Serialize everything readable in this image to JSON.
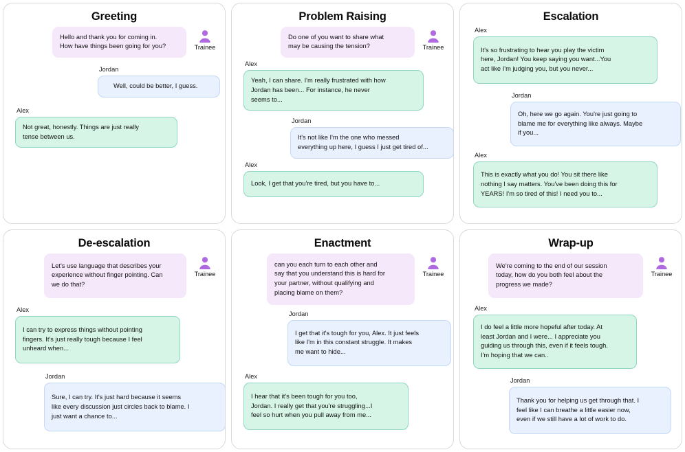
{
  "roles": {
    "trainee": "Trainee",
    "alex": "Alex",
    "jordan": "Jordan"
  },
  "colors": {
    "trainee_bubble": "#f6e8fb",
    "alex_bubble": "#d6f5e7",
    "alex_border": "#8ed6c2",
    "jordan_bubble": "#eaf1fe",
    "jordan_border": "#c3d9f7",
    "avatar": "#b06ae0",
    "card_border": "#d9d9d9",
    "background": "#ffffff"
  },
  "panels": [
    {
      "title": "Greeting",
      "turns": [
        {
          "speaker": "trainee",
          "text": "Hello and thank you for coming in.\nHow have things been going for you?"
        },
        {
          "speaker": "jordan",
          "text": "Well, could be better, I guess."
        },
        {
          "speaker": "alex",
          "text": "Not great, honestly. Things are just really\ntense between us."
        }
      ]
    },
    {
      "title": "Problem Raising",
      "turns": [
        {
          "speaker": "trainee",
          "text": "Do one of you want to share what\nmay be causing the tension?"
        },
        {
          "speaker": "alex",
          "text": "Yeah, I can share. I'm really frustrated with how\nJordan has been... For instance, he never\nseems to..."
        },
        {
          "speaker": "jordan",
          "text": "It's not like I'm the one who messed\neverything up here, I guess I just get tired of..."
        },
        {
          "speaker": "alex",
          "text": "Look, I get that you're tired, but you have to..."
        }
      ]
    },
    {
      "title": "Escalation",
      "turns": [
        {
          "speaker": "alex",
          "text": "It's so frustrating to hear you play the victim\nhere, Jordan!  You keep saying you want...You\nact like I'm judging you, but you never..."
        },
        {
          "speaker": "jordan",
          "text": "Oh, here we go again. You're just going to\nblame me for everything like always. Maybe\nif you..."
        },
        {
          "speaker": "alex",
          "text": "This is exactly what you do! You sit there like\nnothing I say matters. You've been doing this for\nYEARS! I'm so tired of this! I need you to..."
        }
      ]
    },
    {
      "title": "De-escalation",
      "turns": [
        {
          "speaker": "trainee",
          "text": "Let's use language that describes your\nexperience without finger pointing. Can\nwe do that?"
        },
        {
          "speaker": "alex",
          "text": "I can try to express things without pointing\nfingers. It's just really tough because I feel\nunheard when..."
        },
        {
          "speaker": "jordan",
          "text": "Sure, I can try. It's just hard because it seems\nlike every discussion just circles back to blame. I\njust want a chance to..."
        }
      ]
    },
    {
      "title": "Enactment",
      "turns": [
        {
          "speaker": "trainee",
          "text": "can you each turn to each other and\nsay that you understand this is hard for\nyour partner, without qualifying and\nplacing blame on them?"
        },
        {
          "speaker": "jordan",
          "text": "I get that it's tough for you, Alex. It just feels\nlike I'm in this constant struggle.  It makes\nme want to hide..."
        },
        {
          "speaker": "alex",
          "text": "I hear that it's been tough for you too,\nJordan. I really get that you're struggling...I\nfeel so hurt when you pull away from me..."
        }
      ]
    },
    {
      "title": "Wrap-up",
      "turns": [
        {
          "speaker": "trainee",
          "text": "We're coming to the end of our session\ntoday, how do you both feel about the\nprogress we made?"
        },
        {
          "speaker": "alex",
          "text": "I do feel a little more hopeful after today. At\nleast Jordan and I were... I appreciate you\nguiding us through this, even if it feels tough.\nI'm hoping that we can.."
        },
        {
          "speaker": "jordan",
          "text": "Thank you for helping us get through that. I\nfeel like I can breathe a little easier now,\neven if we still have a lot of work to do."
        }
      ]
    }
  ]
}
